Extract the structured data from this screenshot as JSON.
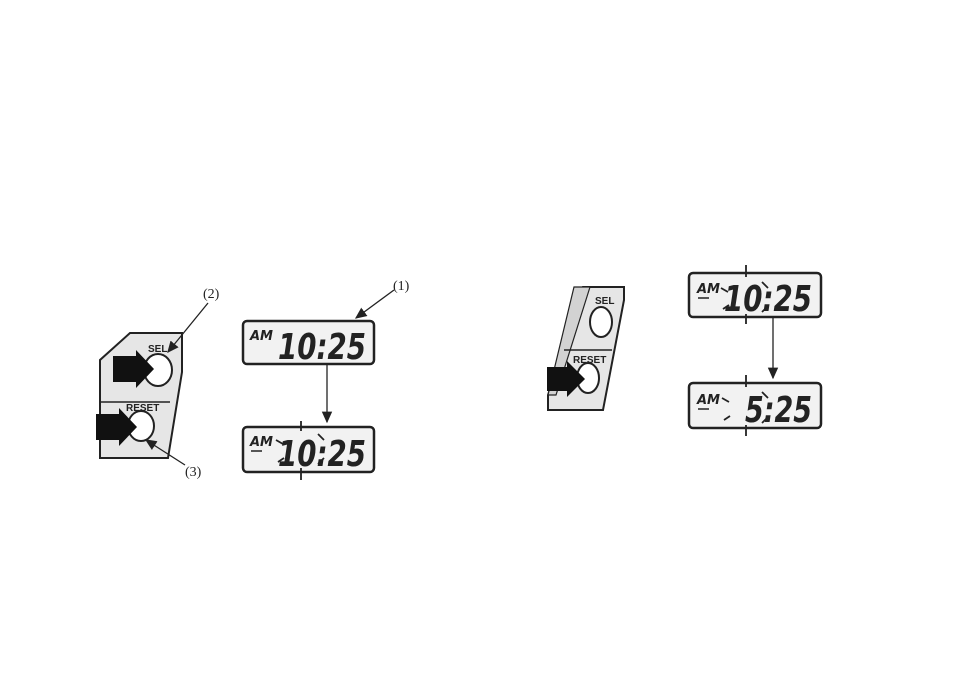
{
  "callouts": {
    "display": "(1)",
    "sel_button": "(2)",
    "reset_button": "(3)"
  },
  "buttons": {
    "sel": "SEL",
    "reset": "RESET"
  },
  "steps": {
    "left": {
      "before": {
        "ampm": "AM",
        "time": "10:25"
      },
      "after": {
        "ampm": "AM",
        "time": "10:25"
      }
    },
    "right": {
      "before": {
        "ampm": "AM",
        "time": "10:25"
      },
      "after": {
        "ampm": "AM",
        "time": "5:25"
      }
    }
  },
  "colors": {
    "line": "#222222",
    "panel": "#e6e6e6",
    "lcd": "#f2f2f2"
  }
}
